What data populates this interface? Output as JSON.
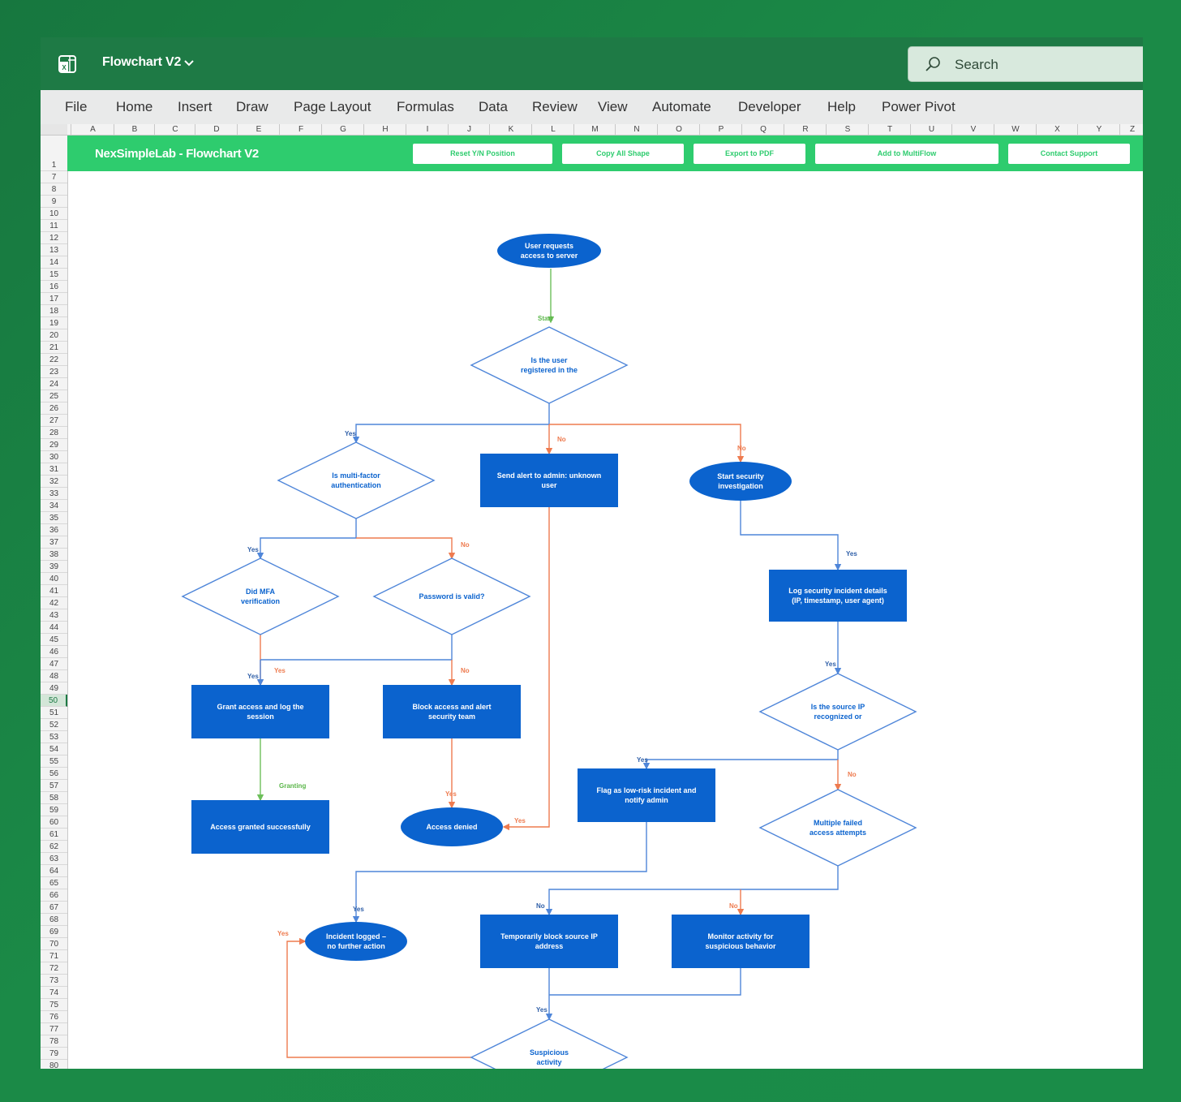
{
  "app": {
    "doc_title": "Flowchart V2",
    "search_placeholder": "Search"
  },
  "menu": [
    "File",
    "Home",
    "Insert",
    "Draw",
    "Page Layout",
    "Formulas",
    "Data",
    "Review",
    "View",
    "Automate",
    "Developer",
    "Help",
    "Power Pivot"
  ],
  "columns": [
    "A",
    "B",
    "C",
    "D",
    "E",
    "F",
    "G",
    "H",
    "I",
    "J",
    "K",
    "L",
    "M",
    "N",
    "O",
    "P",
    "Q",
    "R",
    "S",
    "T",
    "U",
    "V",
    "W",
    "X",
    "Y",
    "Z"
  ],
  "rows": [
    "1",
    "7",
    "8",
    "9",
    "10",
    "11",
    "12",
    "13",
    "14",
    "15",
    "16",
    "17",
    "18",
    "19",
    "20",
    "21",
    "22",
    "23",
    "24",
    "25",
    "26",
    "27",
    "28",
    "29",
    "30",
    "31",
    "32",
    "33",
    "34",
    "35",
    "36",
    "37",
    "38",
    "39",
    "40",
    "41",
    "42",
    "43",
    "44",
    "45",
    "46",
    "47",
    "48",
    "49",
    "50",
    "51",
    "52",
    "53",
    "54",
    "55",
    "56",
    "57",
    "58",
    "59",
    "60",
    "61",
    "62",
    "63",
    "64",
    "65",
    "66",
    "67",
    "68",
    "69",
    "70",
    "71",
    "72",
    "73",
    "74",
    "75",
    "76",
    "77",
    "78",
    "79",
    "80"
  ],
  "selected_row": "50",
  "banner": {
    "title": "NexSimpleLab - Flowchart V2",
    "buttons": [
      "Reset Y/N Position",
      "Copy All Shape",
      "Export to PDF",
      "Add to MultiFlow",
      "Contact Support"
    ]
  },
  "colors": {
    "shape_blue": "#0b63ce",
    "line_blue": "#4f86d9",
    "line_orange": "#ee7b4f",
    "line_green": "#6dbf5a",
    "label_green": "#5bb64a",
    "label_orange": "#ee7b4f",
    "label_blue": "#2f5fa8"
  },
  "flowchart": {
    "nodes": [
      {
        "id": "start",
        "kind": "oval",
        "text": "User requests access to server"
      },
      {
        "id": "q_registered",
        "kind": "diamond",
        "text": "Is the user registered in the"
      },
      {
        "id": "q_mfa",
        "kind": "diamond",
        "text": "Is multi-factor authentication"
      },
      {
        "id": "send_alert",
        "kind": "box",
        "text": "Send alert to admin: unknown user"
      },
      {
        "id": "start_investigation",
        "kind": "oval",
        "text": "Start security investigation"
      },
      {
        "id": "q_mfa_verified",
        "kind": "diamond",
        "text": "Did MFA verification"
      },
      {
        "id": "q_password",
        "kind": "diamond",
        "text": "Password is valid?"
      },
      {
        "id": "log_incident",
        "kind": "box",
        "text": "Log security incident details (IP, timestamp, user agent)"
      },
      {
        "id": "grant_access",
        "kind": "box",
        "text": "Grant access and log the session"
      },
      {
        "id": "block_access",
        "kind": "box",
        "text": "Block access and alert security team"
      },
      {
        "id": "q_source_ip",
        "kind": "diamond",
        "text": "Is the source IP recognized or"
      },
      {
        "id": "flag_low_risk",
        "kind": "box",
        "text": "Flag as low-risk incident and notify admin"
      },
      {
        "id": "access_granted",
        "kind": "box",
        "text": "Access granted successfully"
      },
      {
        "id": "access_denied",
        "kind": "oval",
        "text": "Access denied"
      },
      {
        "id": "q_failed_attempts",
        "kind": "diamond",
        "text": "Multiple failed access attempts"
      },
      {
        "id": "incident_logged",
        "kind": "oval",
        "text": "Incident logged – no further action"
      },
      {
        "id": "block_ip",
        "kind": "box",
        "text": "Temporarily block source IP address"
      },
      {
        "id": "monitor_activity",
        "kind": "box",
        "text": "Monitor activity for suspicious behavior"
      },
      {
        "id": "q_suspicious",
        "kind": "diamond",
        "text": "Suspicious activity"
      }
    ],
    "edge_labels": [
      "Start",
      "Yes",
      "No",
      "No",
      "Yes",
      "No",
      "Yes",
      "Yes",
      "Yes",
      "No",
      "Yes",
      "Granting",
      "Yes",
      "Yes",
      "Yes",
      "No",
      "Yes",
      "No",
      "No",
      "Yes",
      "Yes"
    ]
  }
}
